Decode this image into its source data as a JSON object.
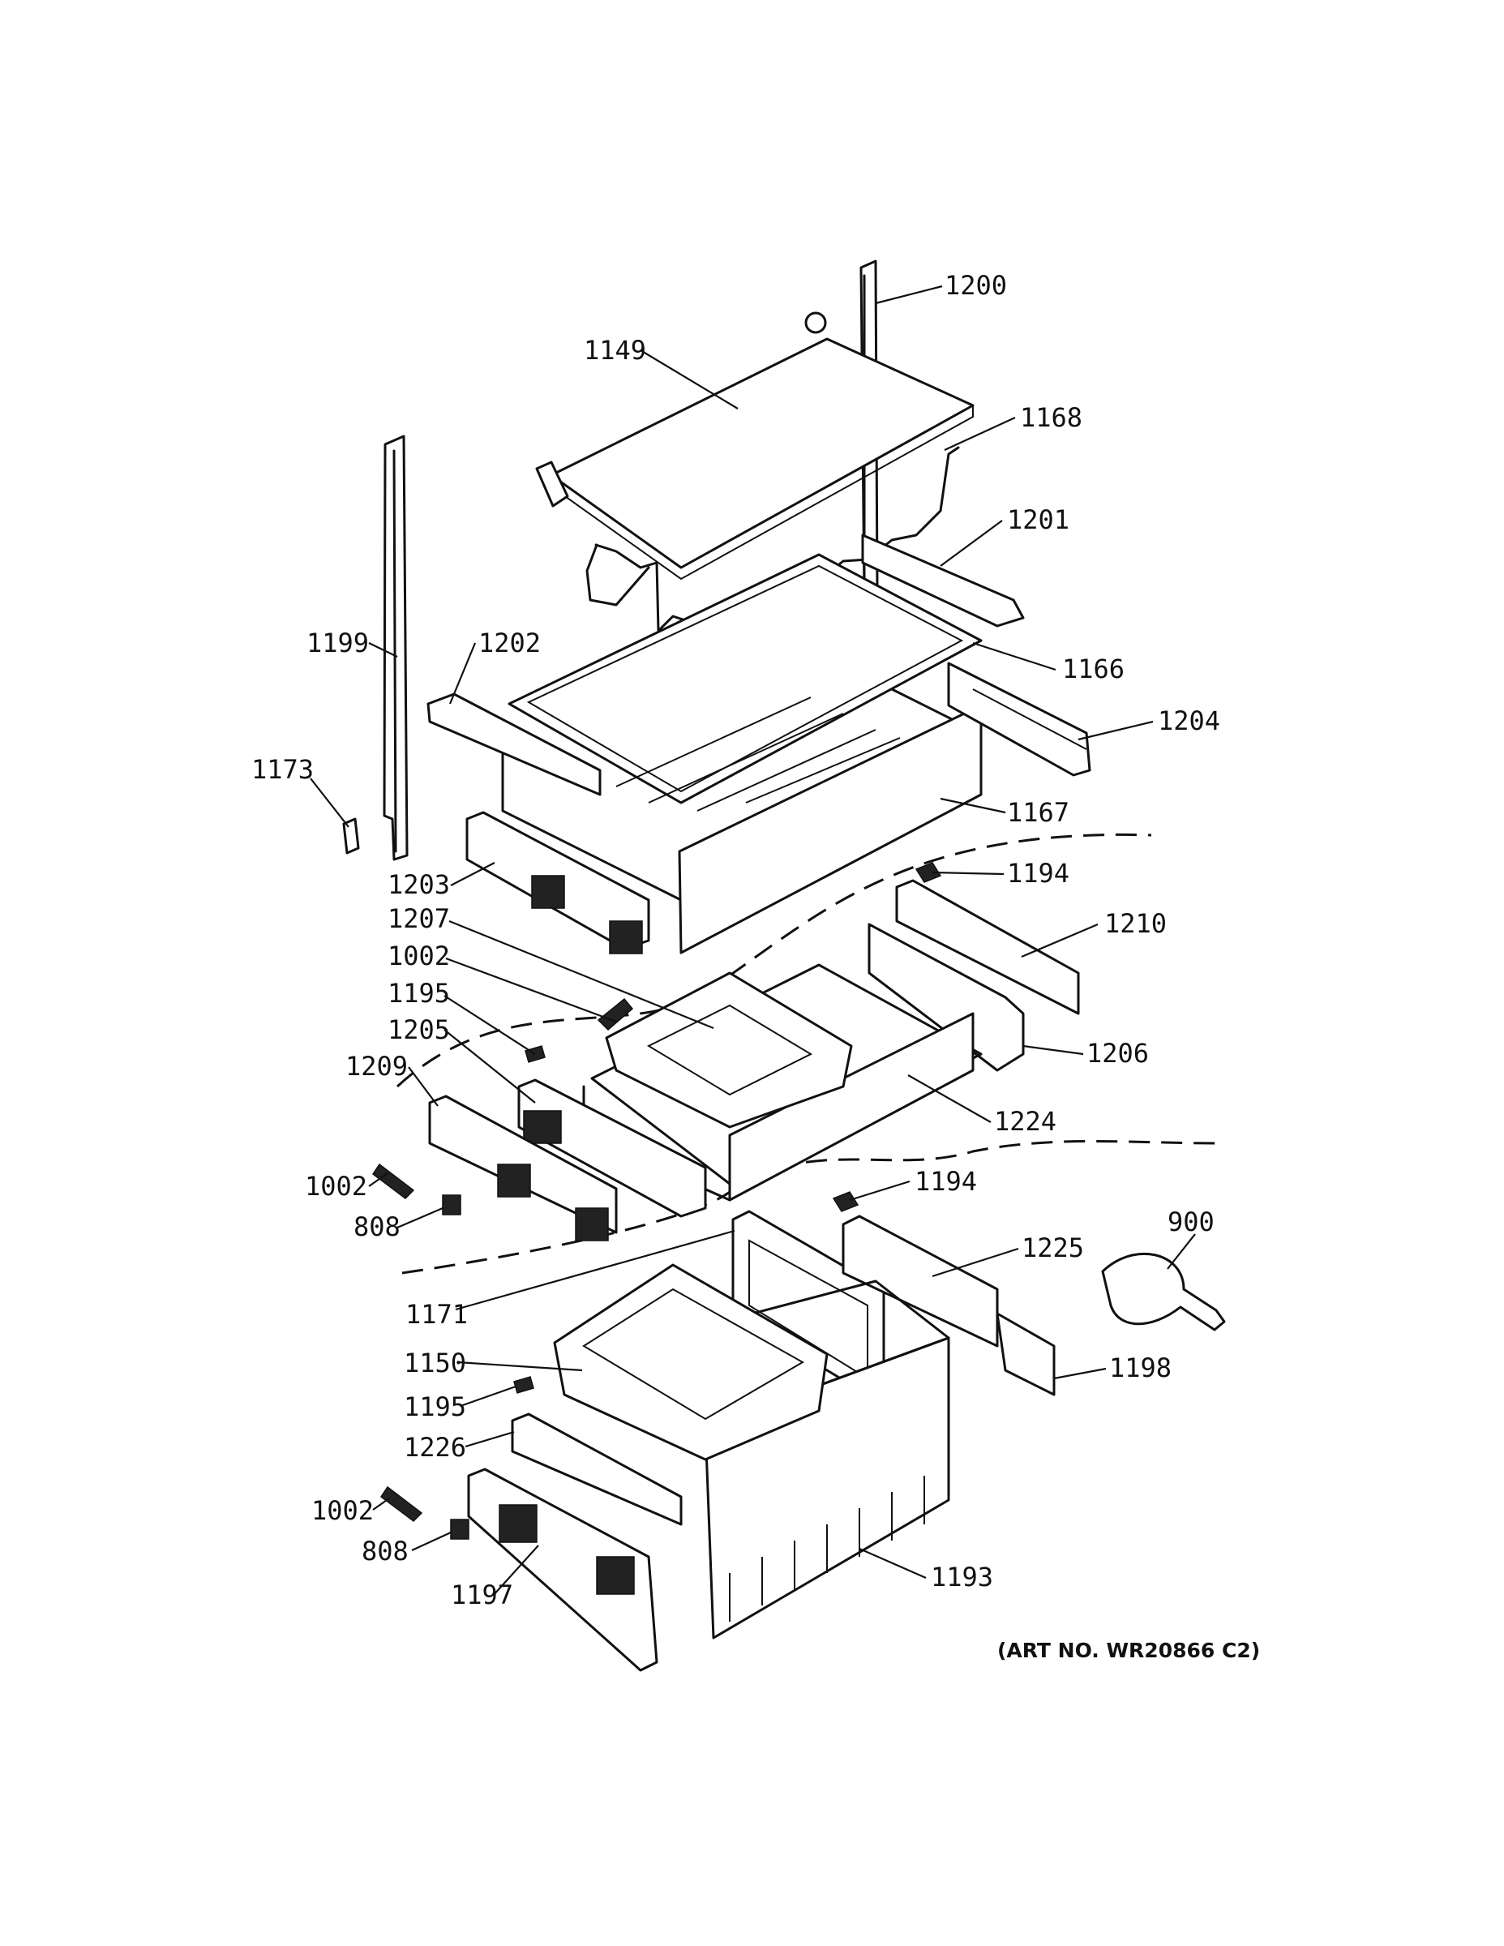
{
  "callouts": {
    "c1200": "1200",
    "c1149": "1149",
    "c1168": "1168",
    "c1201": "1201",
    "c1199": "1199",
    "c1202": "1202",
    "c1166": "1166",
    "c1204": "1204",
    "c1173": "1173",
    "c1167": "1167",
    "c1203": "1203",
    "c1194a": "1194",
    "c1207": "1207",
    "c1210": "1210",
    "c1002a": "1002",
    "c1195a": "1195",
    "c1205": "1205",
    "c1206": "1206",
    "c1209": "1209",
    "c1224": "1224",
    "c1002b": "1002",
    "c808a": "808",
    "c1194b": "1194",
    "c900": "900",
    "c1225": "1225",
    "c1171": "1171",
    "c1198": "1198",
    "c1150": "1150",
    "c1195b": "1195",
    "c1226": "1226",
    "c1002c": "1002",
    "c808b": "808",
    "c1193": "1193",
    "c1197": "1197"
  },
  "art_number": "(ART NO. WR20866 C2)"
}
